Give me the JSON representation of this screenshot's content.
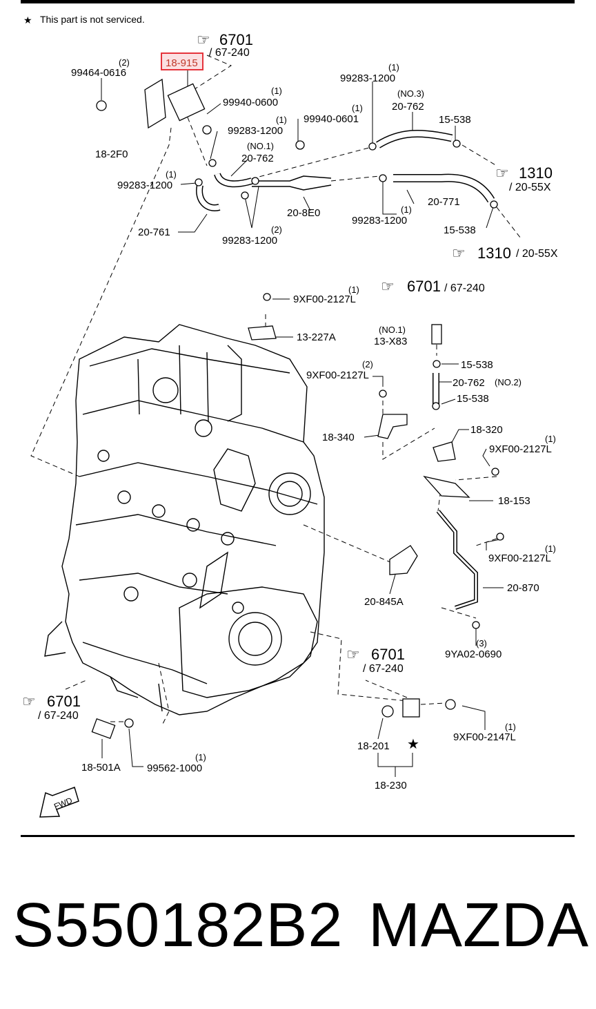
{
  "note": {
    "text": "This part is not serviced.",
    "star": "★"
  },
  "highlight": {
    "part": "18-915",
    "color": "#e5333b"
  },
  "refs": {
    "r6701_top": {
      "num": "6701",
      "sub": "/ 67-240"
    },
    "r1310_a": {
      "num": "1310",
      "sub": "/ 20-55X"
    },
    "r1310_b": {
      "num": "1310",
      "sub": "/ 20-55X"
    },
    "r6701_mid": {
      "num": "6701",
      "sub": "/ 67-240"
    },
    "r6701_right": {
      "num": "6701",
      "sub": "/ 67-240"
    },
    "r6701_left": {
      "num": "6701",
      "sub": "/ 67-240"
    }
  },
  "labels": {
    "p99464": {
      "qty": "(2)",
      "part": "99464-0616"
    },
    "p99940_0600": {
      "qty": "(1)",
      "part": "99940-0600"
    },
    "p99940_0601": {
      "qty": "(1)",
      "part": "99940-0601"
    },
    "p99283_a": {
      "qty": "(1)",
      "part": "99283-1200"
    },
    "p99283_b": {
      "qty": "(1)",
      "part": "99283-1200"
    },
    "p99283_c": {
      "qty": "(1)",
      "part": "99283-1200"
    },
    "p99283_d": {
      "qty": "(1)",
      "part": "99283-1200"
    },
    "p99283_e": {
      "qty": "(2)",
      "part": "99283-1200"
    },
    "p20_762_1": {
      "qty": "(NO.1)",
      "part": "20-762"
    },
    "p20_762_3": {
      "qty": "(NO.3)",
      "part": "20-762"
    },
    "p20_762_2": {
      "qty": "(NO.2)",
      "part": "20-762"
    },
    "p18_2f0": {
      "part": "18-2F0"
    },
    "p15_538_a": {
      "part": "15-538"
    },
    "p15_538_b": {
      "part": "15-538"
    },
    "p15_538_c": {
      "part": "15-538"
    },
    "p15_538_d": {
      "part": "15-538"
    },
    "p20_771": {
      "part": "20-771"
    },
    "p20_8e0": {
      "part": "20-8E0"
    },
    "p20_761": {
      "part": "20-761"
    },
    "p9xf_a": {
      "qty": "(1)",
      "part": "9XF00-2127L"
    },
    "p9xf_b": {
      "qty": "(2)",
      "part": "9XF00-2127L"
    },
    "p9xf_c": {
      "qty": "(1)",
      "part": "9XF00-2127L"
    },
    "p9xf_d": {
      "qty": "(1)",
      "part": "9XF00-2127L"
    },
    "p9xf_2147": {
      "qty": "(1)",
      "part": "9XF00-2147L"
    },
    "p13_227a": {
      "part": "13-227A"
    },
    "p13_x83": {
      "qty": "(NO.1)",
      "part": "13-X83"
    },
    "p18_340": {
      "part": "18-340"
    },
    "p18_320": {
      "part": "18-320"
    },
    "p18_153": {
      "part": "18-153"
    },
    "p20_870": {
      "part": "20-870"
    },
    "p20_845a": {
      "part": "20-845A"
    },
    "p9ya02": {
      "qty": "(3)",
      "part": "9YA02-0690"
    },
    "p18_201": {
      "part": "18-201"
    },
    "p18_230": {
      "part": "18-230"
    },
    "p18_501a": {
      "part": "18-501A"
    },
    "p99562": {
      "qty": "(1)",
      "part": "99562-1000"
    }
  },
  "fwd": "FWD",
  "footer": {
    "part_number": "S550182B2",
    "brand": "MAZDA"
  }
}
